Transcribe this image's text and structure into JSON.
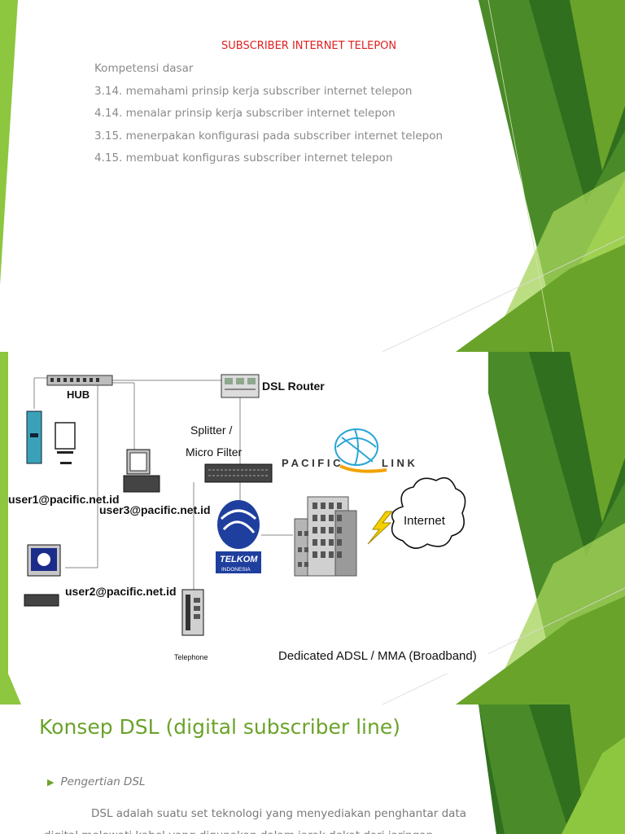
{
  "slide1": {
    "title": "SUBSCRIBER INTERNET TELEPON",
    "items": [
      "Kompetensi dasar",
      "3.14. memahami prinsip kerja subscriber internet telepon",
      "4.14. menalar prinsip  kerja subscriber internet telepon",
      "3.15. menerpakan konfigurasi pada subscriber internet telepon",
      "4.15. membuat konfiguras subscriber internet telepon"
    ]
  },
  "slide2": {
    "labels": {
      "hub": "HUB",
      "dsl_router": "DSL Router",
      "splitter_1": "Splitter /",
      "splitter_2": "Micro Filter",
      "pacific": "P A C I F I C",
      "link": "L I N K",
      "internet": "Internet",
      "user1": "user1@pacific.net.id",
      "user2": "user2@pacific.net.id",
      "user3": "user3@pacific.net.id",
      "telkom": "TELKOM",
      "telkom_sub": "INDONESIA",
      "telephone": "Telephone",
      "dedicated": "Dedicated ADSL / MMA (Broadband)"
    }
  },
  "slide3": {
    "title": "Konsep DSL (digital subscriber line)",
    "bullet": "Pengertian DSL",
    "body": "DSL adalah suatu set teknologi yang menyediakan penghantar data digital melewati kabel yang digunakan dalam jarak dekat dari jaringan"
  },
  "colors": {
    "title_red": "#e02020",
    "green_accent": "#6aa32a",
    "text_gray": "#8a8a8a"
  }
}
